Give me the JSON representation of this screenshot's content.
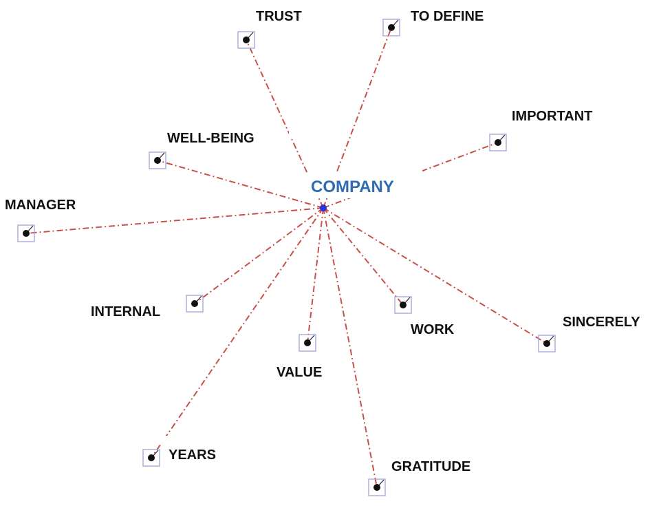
{
  "center": {
    "label": "COMPANY",
    "color": "#2f6cb1"
  },
  "edge_color": "#c8504a",
  "nodes": [
    {
      "id": "trust",
      "label": "TRUST"
    },
    {
      "id": "to-define",
      "label": "TO DEFINE"
    },
    {
      "id": "important",
      "label": "IMPORTANT"
    },
    {
      "id": "well-being",
      "label": "WELL-BEING"
    },
    {
      "id": "manager",
      "label": "MANAGER"
    },
    {
      "id": "internal",
      "label": "INTERNAL"
    },
    {
      "id": "value",
      "label": "VALUE"
    },
    {
      "id": "work",
      "label": "WORK"
    },
    {
      "id": "sincerely",
      "label": "SINCERELY"
    },
    {
      "id": "years",
      "label": "YEARS"
    },
    {
      "id": "gratitude",
      "label": "GRATITUDE"
    }
  ]
}
